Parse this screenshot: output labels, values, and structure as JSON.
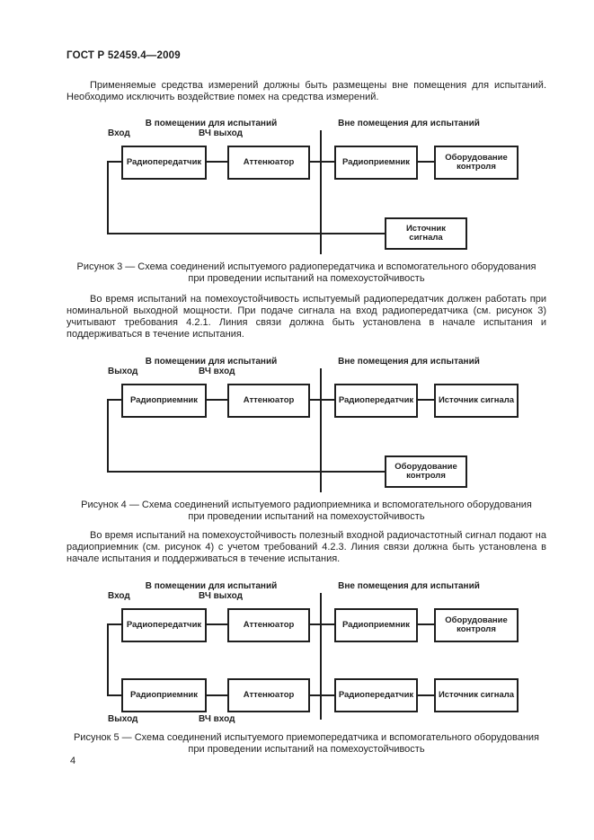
{
  "page": {
    "doc_code": "ГОСТ Р 52459.4—2009",
    "page_number": "4"
  },
  "paragraphs": {
    "p1": "Применяемые средства измерений должны быть размещены вне помещения для испытаний. Необходимо исключить воздействие помех на средства измерений.",
    "p2": "Во время испытаний на помехоустойчивость испытуемый радиопередатчик должен работать при номинальной выходной мощности. При подаче сигнала на вход радиопередатчика (см. рисунок 3) учитывают требования 4.2.1. Линия связи должна быть установлена в начале испытания и поддерживаться в течение испытания.",
    "p3": "Во время испытаний на помехоустойчивость полезный входной радиочастотный сигнал подают на радиоприемник (см. рисунок 4) с учетом требований 4.2.3. Линия связи должна быть установлена в начале испытания и поддерживаться в течение испытания."
  },
  "labels": {
    "zone_inside": "В помещении для испытаний",
    "zone_outside": "Вне помещения для испытаний",
    "port_input": "Вход",
    "port_output": "Выход",
    "port_rf_output": "ВЧ выход",
    "port_rf_input": "ВЧ вход"
  },
  "blocks": {
    "transmitter": "Радиопередатчик",
    "attenuator": "Аттенюатор",
    "receiver": "Радиоприемник",
    "control_equipment": "Оборудование контроля",
    "signal_source": "Источник сигнала"
  },
  "captions": {
    "fig3_line1": "Рисунок 3 — Схема соединений испытуемого радиопередатчика и вспомогательного оборудования",
    "fig3_line2": "при проведении испытаний на помехоустойчивость",
    "fig4_line1": "Рисунок 4 — Схема соединений испытуемого радиоприемника и вспомогательного оборудования",
    "fig4_line2": "при проведении испытаний на помехоустойчивость",
    "fig5_line1": "Рисунок 5 — Схема соединений испытуемого приемопередатчика и вспомогательного оборудования",
    "fig5_line2": "при проведении испытаний на помехоустойчивость"
  },
  "colors": {
    "ink": "#1f1f1f",
    "paper": "#ffffff"
  }
}
